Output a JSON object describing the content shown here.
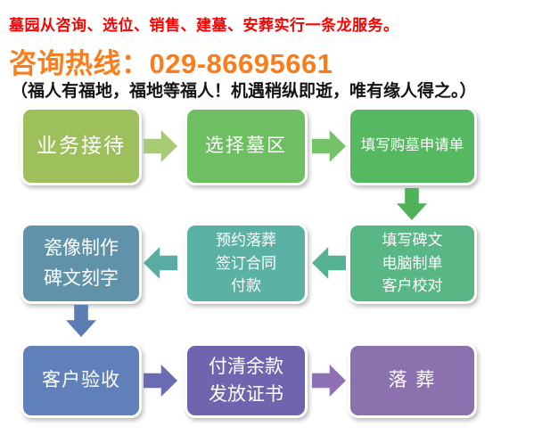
{
  "header": {
    "tagline": "墓园从咨询、选位、销售、建墓、安葬实行一条龙服务。",
    "hotline": "咨询热线：029-86695661",
    "slogan": "（福人有福地，福地等福人！机遇稍纵即逝，唯有缘人得之。）",
    "colors": {
      "tagline": "#fe0000",
      "hotline": "#fa7d1b",
      "slogan": "#141414"
    }
  },
  "flowchart": {
    "steps": [
      {
        "id": "step-1",
        "label": "业务接待",
        "color": "#9dc05c"
      },
      {
        "id": "step-2",
        "label": "选择墓区",
        "color": "#6ebe62"
      },
      {
        "id": "step-3",
        "label": "填写购墓申请单",
        "color": "#57b862"
      },
      {
        "id": "step-4",
        "label": "填写碑文\n电脑制单\n客户校对",
        "color": "#59b785"
      },
      {
        "id": "step-5",
        "label": "预约落葬\n签订合同\n付款",
        "color": "#5bb2a4"
      },
      {
        "id": "step-6",
        "label": "瓷像制作\n碑文刻字",
        "color": "#6093a9"
      },
      {
        "id": "step-7",
        "label": "客户验收",
        "color": "#5f80b8"
      },
      {
        "id": "step-8",
        "label": "付清余款\n发放证书",
        "color": "#6f65af"
      },
      {
        "id": "step-9",
        "label": "落 葬",
        "color": "#8b71ae"
      }
    ],
    "arrows": [
      {
        "id": "arrow-1-2",
        "direction": "right",
        "color": "#a7cc74"
      },
      {
        "id": "arrow-2-3",
        "direction": "right",
        "color": "#74c369"
      },
      {
        "id": "arrow-3-4",
        "direction": "down",
        "color": "#4fb15a"
      },
      {
        "id": "arrow-4-5",
        "direction": "left",
        "color": "#56b194"
      },
      {
        "id": "arrow-5-6",
        "direction": "left",
        "color": "#5aaba2"
      },
      {
        "id": "arrow-6-7",
        "direction": "down",
        "color": "#5c7db3"
      },
      {
        "id": "arrow-7-8",
        "direction": "right",
        "color": "#6b6bb4"
      },
      {
        "id": "arrow-8-9",
        "direction": "right",
        "color": "#8e71b4"
      }
    ]
  }
}
